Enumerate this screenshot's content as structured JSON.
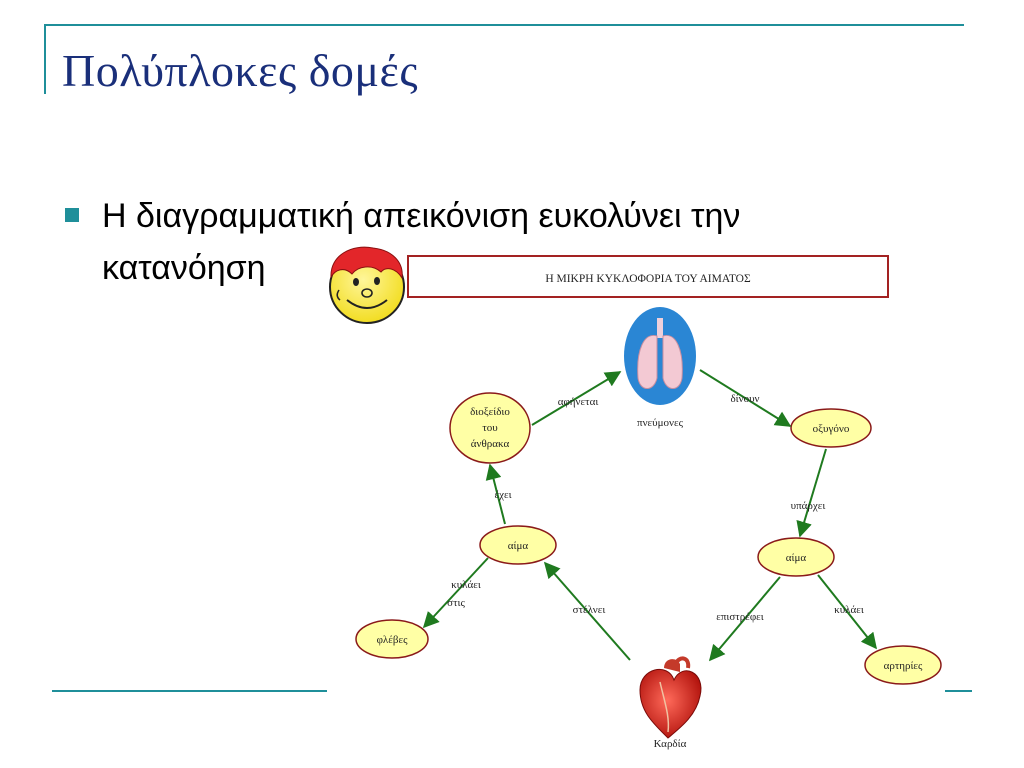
{
  "slide": {
    "title": "Πολύπλοκες δομές",
    "bullet_line1": "Η διαγραμματική απεικόνιση ευκολύνει την",
    "bullet_line2": "κατανόηση"
  },
  "diagram": {
    "title": "Η ΜΙΚΡΗ ΚΥΚΛΟΦΟΡΙΑ ΤΟΥ ΑΙΜΑΤΟΣ",
    "nodes": {
      "lungs": "πνεύμονες",
      "co2_1": "διοξείδιο",
      "co2_2": "του",
      "co2_3": "άνθρακα",
      "oxygen": "οξυγόνο",
      "blood_left": "αίμα",
      "blood_right": "αίμα",
      "veins": "φλέβες",
      "arteries": "αρτηρίες",
      "heart": "Καρδία"
    },
    "links": {
      "releases": "αφήνεται",
      "give": "δίνουν",
      "has": "έχει",
      "exists": "υπάρχει",
      "circulates_1": "κυλάει",
      "circulates_2": "στις",
      "sends": "στέλνει",
      "returns": "επιστρέφει",
      "circulates_right": "κυλάει"
    }
  }
}
